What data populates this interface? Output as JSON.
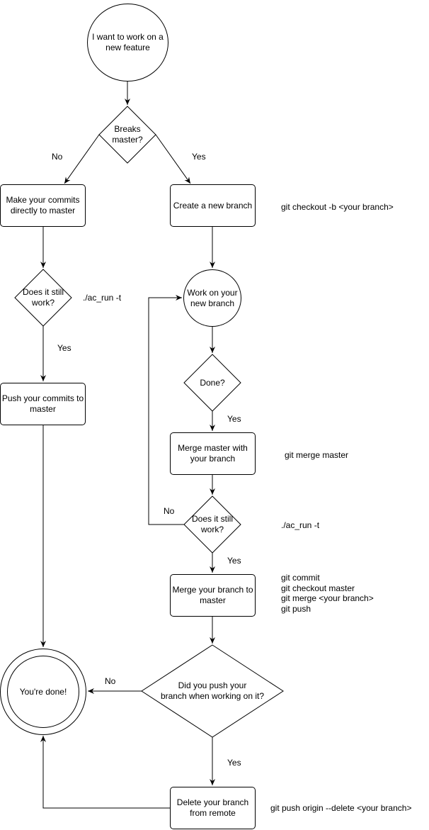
{
  "colors": {
    "stroke": "#000000",
    "background": "#ffffff"
  },
  "nodes": {
    "start": "I want to work on a\nnew feature",
    "breaks_master": "Breaks\nmaster?",
    "commit_direct": "Make your commits\ndirectly to master",
    "still_work_left": "Does it still\nwork?",
    "push_commits": "Push your commits to\nmaster",
    "create_branch": "Create a new branch",
    "work_branch": "Work on your\nnew branch",
    "done": "Done?",
    "merge_master": "Merge master with\nyour branch",
    "still_work_right": "Does it still\nwork?",
    "merge_branch": "Merge your branch to\nmaster",
    "pushed_branch": "Did you push your\nbranch when working on it?",
    "delete_branch": "Delete your branch\nfrom remote",
    "finished": "You're done!"
  },
  "edge_labels": {
    "no_breaks": "No",
    "yes_breaks": "Yes",
    "yes_left_work": "Yes",
    "yes_done": "Yes",
    "no_still_work": "No",
    "yes_still_work": "Yes",
    "no_pushed": "No",
    "yes_pushed": "Yes"
  },
  "commands": {
    "checkout": "git checkout -b <your branch>",
    "ac_run_left": "./ac_run -t",
    "merge": "git merge master",
    "ac_run_right": "./ac_run -t",
    "finalize": "git commit\ngit checkout master\ngit merge <your branch>\ngit push",
    "delete_remote": "git push origin --delete <your branch>"
  }
}
